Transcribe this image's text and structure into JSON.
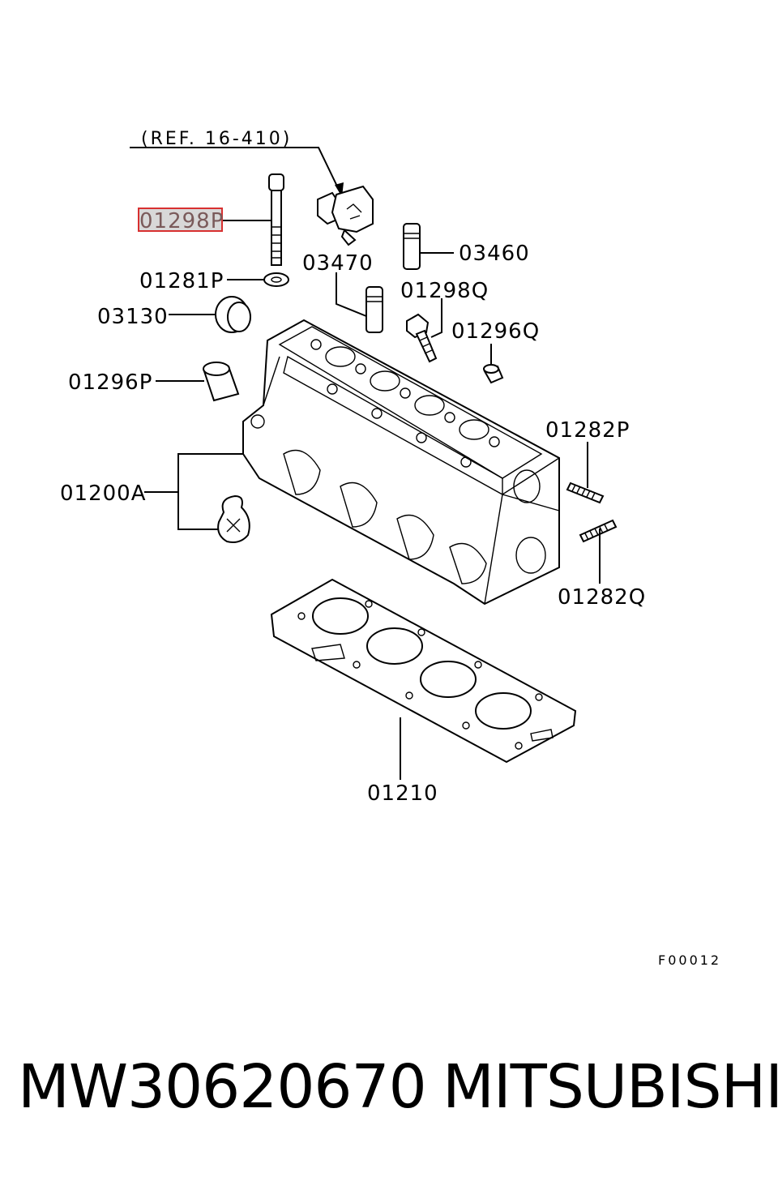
{
  "diagram": {
    "reference": "(REF. 16-410)",
    "figure_code": "F00012",
    "highlighted_label": "01298P",
    "labels": {
      "p01298P": "01298P",
      "p01281P": "01281P",
      "p03130": "03130",
      "p01296P": "01296P",
      "p01200A": "01200A",
      "p03470": "03470",
      "p03460": "03460",
      "p01298Q": "01298Q",
      "p01296Q": "01296Q",
      "p01282P": "01282P",
      "p01282Q": "01282Q",
      "p01210": "01210"
    }
  },
  "footer": {
    "part_number": "MW30620670",
    "brand": "MITSUBISHI"
  }
}
